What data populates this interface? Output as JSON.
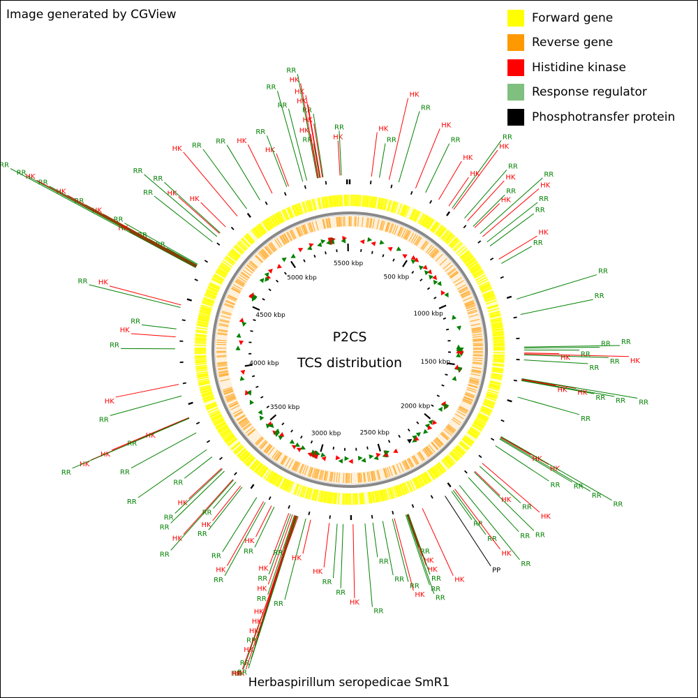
{
  "header": {
    "credit": "Image generated by CGView"
  },
  "footer": {
    "organism": "Herbaspirillum seropedicae SmR1"
  },
  "center": {
    "line1": "P2CS",
    "line2": "TCS distribution"
  },
  "legend": [
    {
      "label": "Forward gene",
      "color": "#ffff00"
    },
    {
      "label": "Reverse gene",
      "color": "#ff9900"
    },
    {
      "label": "Histidine kinase",
      "color": "#ff0000"
    },
    {
      "label": "Response regulator",
      "color": "#7fbf7f"
    },
    {
      "label": "Phosphotransfer protein",
      "color": "#000000"
    }
  ],
  "colors": {
    "forward": "#ffff00",
    "reverse": "#ff9900",
    "hk": "#ff0000",
    "rr": "#008000",
    "pp": "#000000",
    "backbone": "#808080"
  },
  "map": {
    "genome_length_kbp": 5514,
    "tick_labels": [
      "500 kbp",
      "1000 kbp",
      "1500 kbp",
      "2000 kbp",
      "2500 kbp",
      "3000 kbp",
      "3500 kbp",
      "4000 kbp",
      "4500 kbp",
      "5000 kbp",
      "5500 kbp"
    ],
    "features": [
      {
        "label": "HK",
        "type": "hk",
        "kbp": 5465
      },
      {
        "label": "RR",
        "type": "rr",
        "kbp": 5472
      },
      {
        "label": "HK",
        "type": "hk",
        "kbp": 5376
      },
      {
        "label": "RR",
        "type": "rr",
        "kbp": 5380
      },
      {
        "label": "HK",
        "type": "hk",
        "kbp": 5366
      },
      {
        "label": "HK",
        "type": "hk",
        "kbp": 5364
      },
      {
        "label": "RR",
        "type": "rr",
        "kbp": 5362
      },
      {
        "label": "HK",
        "type": "hk",
        "kbp": 5356
      },
      {
        "label": "HK",
        "type": "hk",
        "kbp": 5354
      },
      {
        "label": "RR",
        "type": "rr",
        "kbp": 5350
      },
      {
        "label": "RR",
        "type": "rr",
        "kbp": 5296
      },
      {
        "label": "RR",
        "type": "rr",
        "kbp": 5275
      },
      {
        "label": "HK",
        "type": "hk",
        "kbp": 5200
      },
      {
        "label": "RR",
        "type": "rr",
        "kbp": 5190
      },
      {
        "label": "HK",
        "type": "hk",
        "kbp": 5110
      },
      {
        "label": "RR",
        "type": "rr",
        "kbp": 5040
      },
      {
        "label": "RR",
        "type": "rr",
        "kbp": 4960
      },
      {
        "label": "HK",
        "type": "hk",
        "kbp": 4900
      },
      {
        "label": "HK",
        "type": "hk",
        "kbp": 4820
      },
      {
        "label": "HK",
        "type": "hk",
        "kbp": 4775
      },
      {
        "label": "RR",
        "type": "rr",
        "kbp": 4780
      },
      {
        "label": "RR",
        "type": "rr",
        "kbp": 4755
      },
      {
        "label": "RR",
        "type": "rr",
        "kbp": 4720
      },
      {
        "label": "RR",
        "type": "rr",
        "kbp": 4585
      },
      {
        "label": "RR",
        "type": "rr",
        "kbp": 4580
      },
      {
        "label": "RR",
        "type": "rr",
        "kbp": 4578
      },
      {
        "label": "HK",
        "type": "hk",
        "kbp": 4577
      },
      {
        "label": "RR",
        "type": "rr",
        "kbp": 4576
      },
      {
        "label": "HK",
        "type": "hk",
        "kbp": 4575
      },
      {
        "label": "RR",
        "type": "rr",
        "kbp": 4573
      },
      {
        "label": "HK",
        "type": "hk",
        "kbp": 4571
      },
      {
        "label": "RR",
        "type": "rr",
        "kbp": 4569
      },
      {
        "label": "HK",
        "type": "hk",
        "kbp": 4567
      },
      {
        "label": "RR",
        "type": "rr",
        "kbp": 4565
      },
      {
        "label": "HK",
        "type": "hk",
        "kbp": 4363
      },
      {
        "label": "RR",
        "type": "rr",
        "kbp": 4350
      },
      {
        "label": "RR",
        "type": "rr",
        "kbp": 4240
      },
      {
        "label": "HK",
        "type": "hk",
        "kbp": 4200
      },
      {
        "label": "RR",
        "type": "rr",
        "kbp": 4140
      },
      {
        "label": "HK",
        "type": "hk",
        "kbp": 3960
      },
      {
        "label": "RR",
        "type": "rr",
        "kbp": 3900
      },
      {
        "label": "HK",
        "type": "hk",
        "kbp": 3785
      },
      {
        "label": "HK",
        "type": "hk",
        "kbp": 3784
      },
      {
        "label": "RR",
        "type": "rr",
        "kbp": 3783
      },
      {
        "label": "HK",
        "type": "hk",
        "kbp": 3782
      },
      {
        "label": "RR",
        "type": "rr",
        "kbp": 3781
      },
      {
        "label": "RR",
        "type": "rr",
        "kbp": 3700
      },
      {
        "label": "RR",
        "type": "rr",
        "kbp": 3600
      },
      {
        "label": "RR",
        "type": "rr",
        "kbp": 3555
      },
      {
        "label": "HK",
        "type": "hk",
        "kbp": 3480
      },
      {
        "label": "RR",
        "type": "rr",
        "kbp": 3475
      },
      {
        "label": "RR",
        "type": "rr",
        "kbp": 3460
      },
      {
        "label": "HK",
        "type": "hk",
        "kbp": 3400
      },
      {
        "label": "RR",
        "type": "rr",
        "kbp": 3396
      },
      {
        "label": "RR",
        "type": "rr",
        "kbp": 3380
      },
      {
        "label": "HK",
        "type": "hk",
        "kbp": 3350
      },
      {
        "label": "RR",
        "type": "rr",
        "kbp": 3340
      },
      {
        "label": "RR",
        "type": "rr",
        "kbp": 3250
      },
      {
        "label": "HK",
        "type": "hk",
        "kbp": 3210
      },
      {
        "label": "RR",
        "type": "rr",
        "kbp": 3200
      },
      {
        "label": "HK",
        "type": "hk",
        "kbp": 3165
      },
      {
        "label": "RR",
        "type": "rr",
        "kbp": 3150
      },
      {
        "label": "HK",
        "type": "hk",
        "kbp": 3070
      },
      {
        "label": "RR",
        "type": "rr",
        "kbp": 3060
      },
      {
        "label": "HK",
        "type": "hk",
        "kbp": 3050
      },
      {
        "label": "RR",
        "type": "rr",
        "kbp": 3040
      },
      {
        "label": "RR",
        "type": "rr",
        "kbp": 3036
      },
      {
        "label": "HK",
        "type": "hk",
        "kbp": 3035
      },
      {
        "label": "HK",
        "type": "hk",
        "kbp": 3032
      },
      {
        "label": "HK",
        "type": "hk",
        "kbp": 3031
      },
      {
        "label": "RR",
        "type": "rr",
        "kbp": 3030
      },
      {
        "label": "HK",
        "type": "hk",
        "kbp": 3029
      },
      {
        "label": "RR",
        "type": "rr",
        "kbp": 3028
      },
      {
        "label": "RR",
        "type": "rr",
        "kbp": 3027
      },
      {
        "label": "HK",
        "type": "hk",
        "kbp": 3026
      },
      {
        "label": "RR",
        "type": "rr",
        "kbp": 3025
      },
      {
        "label": "HK",
        "type": "hk",
        "kbp": 3020
      },
      {
        "label": "RR",
        "type": "rr",
        "kbp": 2980
      },
      {
        "label": "HK",
        "type": "hk",
        "kbp": 2955
      },
      {
        "label": "HK",
        "type": "hk",
        "kbp": 2860
      },
      {
        "label": "RR",
        "type": "rr",
        "kbp": 2820
      },
      {
        "label": "RR",
        "type": "rr",
        "kbp": 2790
      },
      {
        "label": "HK",
        "type": "hk",
        "kbp": 2740
      },
      {
        "label": "RR",
        "type": "rr",
        "kbp": 2680
      },
      {
        "label": "RR",
        "type": "rr",
        "kbp": 2640
      },
      {
        "label": "RR",
        "type": "rr",
        "kbp": 2590
      },
      {
        "label": "RR",
        "type": "rr",
        "kbp": 2540
      },
      {
        "label": "HK",
        "type": "hk",
        "kbp": 2530
      },
      {
        "label": "RR",
        "type": "rr",
        "kbp": 2470
      },
      {
        "label": "RR",
        "type": "rr",
        "kbp": 2465
      },
      {
        "label": "RR",
        "type": "rr",
        "kbp": 2462
      },
      {
        "label": "HK",
        "type": "hk",
        "kbp": 2460
      },
      {
        "label": "HK",
        "type": "hk",
        "kbp": 2458
      },
      {
        "label": "RR",
        "type": "rr",
        "kbp": 2456
      },
      {
        "label": "HK",
        "type": "hk",
        "kbp": 2380
      },
      {
        "label": "PP",
        "type": "pp",
        "kbp": 2250
      },
      {
        "label": "RR",
        "type": "rr",
        "kbp": 2210
      },
      {
        "label": "RR",
        "type": "rr",
        "kbp": 2200
      },
      {
        "label": "HK",
        "type": "hk",
        "kbp": 2190
      },
      {
        "label": "RR",
        "type": "rr",
        "kbp": 2160
      },
      {
        "label": "RR",
        "type": "rr",
        "kbp": 2100
      },
      {
        "label": "RR",
        "type": "rr",
        "kbp": 2060
      },
      {
        "label": "HK",
        "type": "hk",
        "kbp": 2055
      },
      {
        "label": "RR",
        "type": "rr",
        "kbp": 2020
      },
      {
        "label": "HK",
        "type": "hk",
        "kbp": 2000
      },
      {
        "label": "RR",
        "type": "rr",
        "kbp": 1890
      },
      {
        "label": "RR",
        "type": "rr",
        "kbp": 1850
      },
      {
        "label": "RR",
        "type": "rr",
        "kbp": 1845
      },
      {
        "label": "HK",
        "type": "hk",
        "kbp": 1840
      },
      {
        "label": "HK",
        "type": "hk",
        "kbp": 1838
      },
      {
        "label": "RR",
        "type": "rr",
        "kbp": 1836
      },
      {
        "label": "RR",
        "type": "rr",
        "kbp": 1620
      },
      {
        "label": "RR",
        "type": "rr",
        "kbp": 1535
      },
      {
        "label": "RR",
        "type": "rr",
        "kbp": 1532
      },
      {
        "label": "HK",
        "type": "hk",
        "kbp": 1530
      },
      {
        "label": "HK",
        "type": "hk",
        "kbp": 1527
      },
      {
        "label": "RR",
        "type": "rr",
        "kbp": 1525
      },
      {
        "label": "RR",
        "type": "rr",
        "kbp": 1430
      },
      {
        "label": "RR",
        "type": "rr",
        "kbp": 1405
      },
      {
        "label": "HK",
        "type": "hk",
        "kbp": 1400
      },
      {
        "label": "HK",
        "type": "hk",
        "kbp": 1395
      },
      {
        "label": "RR",
        "type": "rr",
        "kbp": 1380
      },
      {
        "label": "RR",
        "type": "rr",
        "kbp": 1370
      },
      {
        "label": "RR",
        "type": "rr",
        "kbp": 1365
      },
      {
        "label": "RR",
        "type": "rr",
        "kbp": 1200
      },
      {
        "label": "RR",
        "type": "rr",
        "kbp": 1120
      },
      {
        "label": "RR",
        "type": "rr",
        "kbp": 925
      },
      {
        "label": "HK",
        "type": "hk",
        "kbp": 900
      },
      {
        "label": "RR",
        "type": "rr",
        "kbp": 820
      },
      {
        "label": "RR",
        "type": "rr",
        "kbp": 795
      },
      {
        "label": "HK",
        "type": "hk",
        "kbp": 760
      },
      {
        "label": "RR",
        "type": "rr",
        "kbp": 740
      },
      {
        "label": "HK",
        "type": "hk",
        "kbp": 700
      },
      {
        "label": "RR",
        "type": "rr",
        "kbp": 690
      },
      {
        "label": "HK",
        "type": "hk",
        "kbp": 650
      },
      {
        "label": "RR",
        "type": "rr",
        "kbp": 630
      },
      {
        "label": "HK",
        "type": "hk",
        "kbp": 560
      },
      {
        "label": "RR",
        "type": "rr",
        "kbp": 550
      },
      {
        "label": "HK",
        "type": "hk",
        "kbp": 530
      },
      {
        "label": "HK",
        "type": "hk",
        "kbp": 470
      },
      {
        "label": "RR",
        "type": "rr",
        "kbp": 395
      },
      {
        "label": "HK",
        "type": "hk",
        "kbp": 340
      },
      {
        "label": "RR",
        "type": "rr",
        "kbp": 250
      },
      {
        "label": "HK",
        "type": "hk",
        "kbp": 200
      },
      {
        "label": "RR",
        "type": "rr",
        "kbp": 150
      },
      {
        "label": "HK",
        "type": "hk",
        "kbp": 110
      }
    ]
  }
}
